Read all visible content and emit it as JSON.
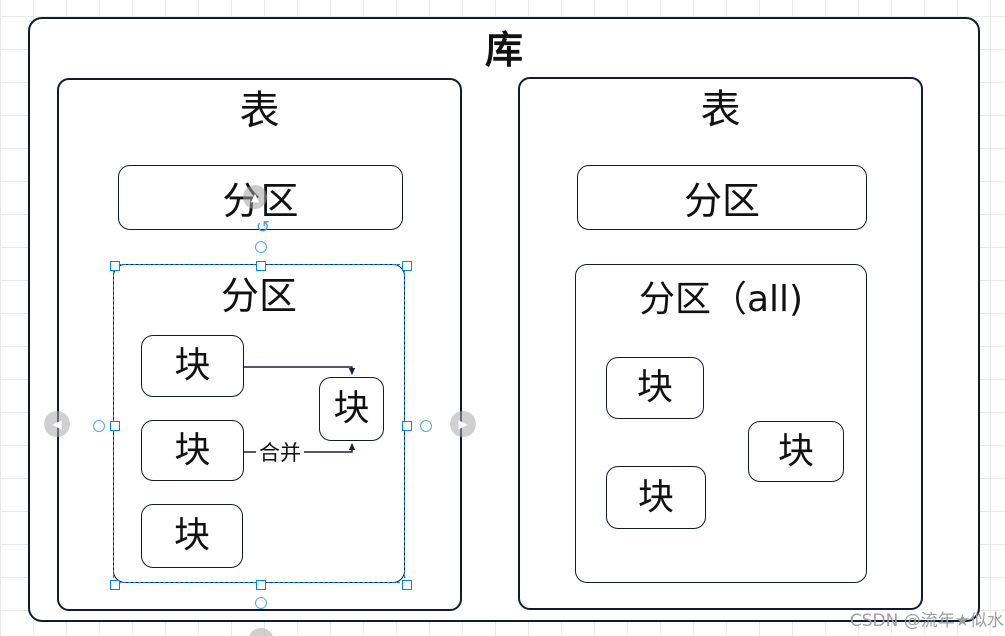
{
  "colors": {
    "shape_border": "#121b31",
    "text": "#111111",
    "selection_blue": "#0080f0",
    "handle_blue": "#0084ff",
    "grid_line": "#e9e9e9",
    "watermark_gray": "#9e9e9e"
  },
  "diagram": {
    "database": {
      "label": "库"
    },
    "left_table": {
      "label": "表",
      "partition1": {
        "label": "分区"
      },
      "selected_partition": {
        "label": "分区",
        "block_a": "块",
        "block_b": "块",
        "block_c": "块",
        "merged_block": "块",
        "merge_edge_label": "合并"
      }
    },
    "right_table": {
      "label": "表",
      "partition1": {
        "label": "分区"
      },
      "partition_all": {
        "label": "分区（all)",
        "block_1": "块",
        "block_2": "块",
        "block_3": "块"
      }
    }
  },
  "watermark": {
    "text": "CSDN @流年★似水"
  }
}
